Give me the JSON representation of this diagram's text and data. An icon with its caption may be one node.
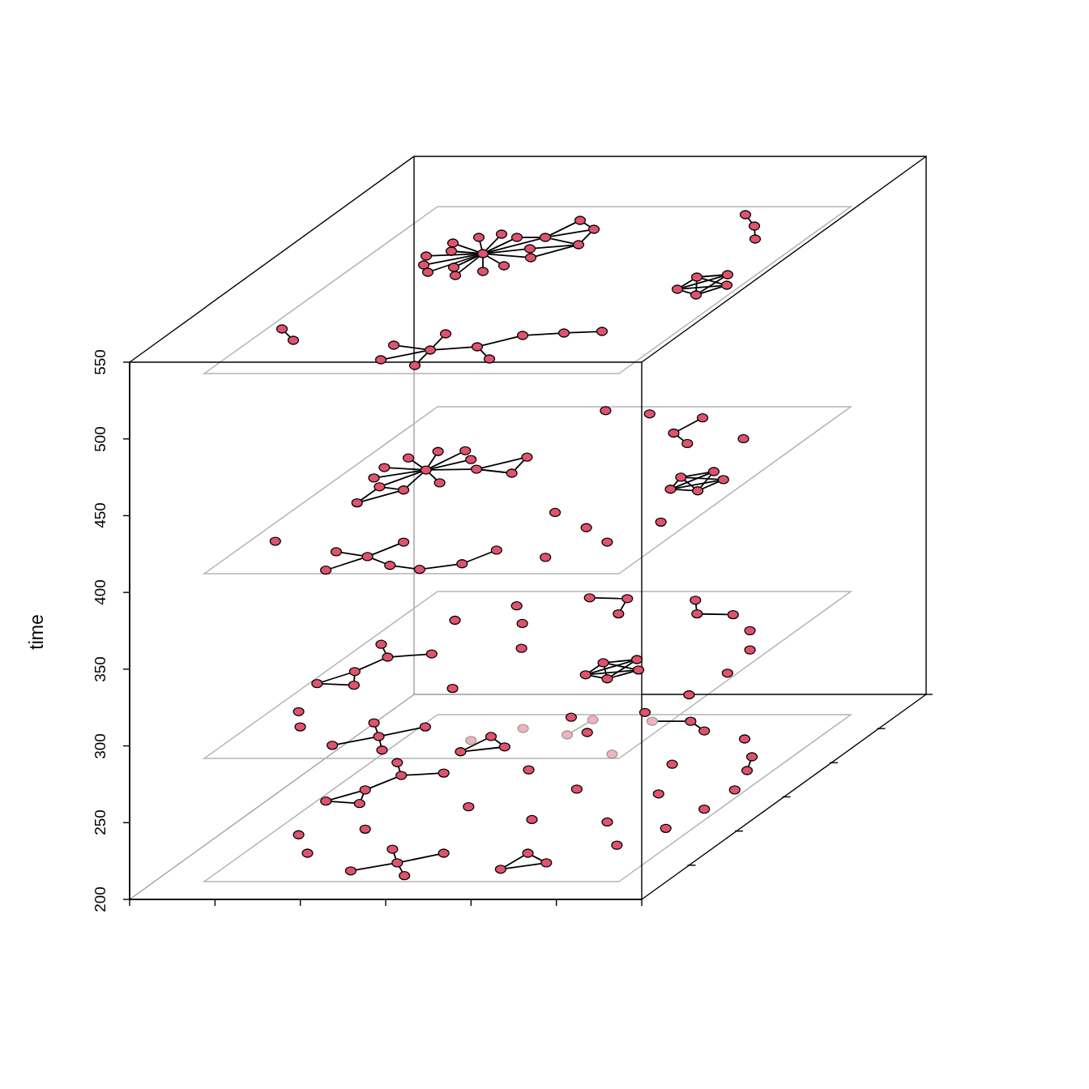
{
  "diagram": {
    "nodes": [
      {
        "text": [],
        "shape": "circle"
      },
      {
        "text": [],
        "shape": "circle"
      },
      {
        "text": [],
        "shape": "circle"
      },
      {
        "text": [],
        "shape": "circle"
      },
      {
        "text": [],
        "shape": "circle"
      },
      {
        "text": [],
        "shape": "circle"
      },
      {
        "text": [],
        "shape": "circle"
      },
      {
        "text": [],
        "shape": "circle"
      },
      {
        "text": [],
        "shape": "circle"
      },
      {
        "text": [],
        "shape": "circle"
      },
      {
        "text": [],
        "shape": "circle"
      },
      {
        "text": [],
        "shape": "circle"
      },
      {
        "text": [],
        "shape": "circle"
      },
      {
        "text": [],
        "shape": "circle"
      },
      {
        "text": [],
        "shape": "circle"
      },
      {
        "text": [],
        "shape": "circle"
      },
      {
        "text": [],
        "shape": "circle"
      },
      {
        "text": [],
        "shape": "circle"
      },
      {
        "text": [],
        "shape": "circle"
      },
      {
        "text": [],
        "shape": "circle"
      },
      {
        "text": [],
        "shape": "circle"
      },
      {
        "text": [],
        "shape": "circle"
      },
      {
        "text": [],
        "shape": "circle"
      },
      {
        "text": [],
        "shape": "circle"
      },
      {
        "text": [],
        "shape": "circle"
      },
      {
        "text": [],
        "shape": "circle"
      },
      {
        "text": [],
        "shape": "circle"
      },
      {
        "text": [],
        "shape": "circle"
      },
      {
        "text": [],
        "shape": "circle"
      },
      {
        "text": [],
        "shape": "circle"
      },
      {
        "text": [],
        "shape": "circle"
      },
      {
        "text": [],
        "shape": "circle"
      },
      {
        "text": [],
        "shape": "circle"
      },
      {
        "text": [],
        "shape": "circle"
      },
      {
        "text": [],
        "shape": "circle"
      },
      {
        "text": [],
        "shape": "circle"
      },
      {
        "text": [],
        "shape": "circle"
      },
      {
        "text": [],
        "shape": "circle"
      },
      {
        "text": [],
        "shape": "circle"
      },
      {
        "text": [],
        "shape": "circle"
      },
      {
        "text": [],
        "shape": "circle"
      },
      {
        "text": [],
        "shape": "circle"
      },
      {
        "text": [],
        "shape": "circle"
      },
      {
        "text": [],
        "shape": "circle"
      },
      {
        "text": [],
        "shape": "circle"
      },
      {
        "text": [],
        "shape": "circle"
      },
      {
        "text": [],
        "shape": "circle"
      },
      {
        "text": [],
        "shape": "circle"
      },
      {
        "text": [],
        "shape": "circle"
      },
      {
        "text": [],
        "shape": "circle"
      },
      {
        "text": [],
        "shape": "circle"
      },
      {
        "text": [],
        "shape": "circle"
      },
      {
        "text": [],
        "shape": "circle"
      },
      {
        "text": [],
        "shape": "circle"
      },
      {
        "text": [],
        "shape": "circle"
      },
      {
        "text": [],
        "shape": "circle"
      },
      {
        "text": [],
        "shape": "circle"
      },
      {
        "text": [],
        "shape": "circle"
      },
      {
        "text": [],
        "shape": "circle"
      },
      {
        "text": [],
        "shape": "circle"
      },
      {
        "text": [],
        "shape": "circle"
      },
      {
        "text": [],
        "shape": "circle"
      },
      {
        "text": [],
        "shape": "circle"
      },
      {
        "text": [],
        "shape": "circle"
      },
      {
        "text": [],
        "shape": "circle"
      },
      {
        "text": [],
        "shape": "circle"
      },
      {
        "text": [],
        "shape": "circle"
      },
      {
        "text": [],
        "shape": "circle"
      },
      {
        "text": [],
        "shape": "circle"
      },
      {
        "text": [],
        "shape": "circle"
      },
      {
        "text": [],
        "shape": "circle"
      },
      {
        "text": [],
        "shape": "circle"
      },
      {
        "text": [],
        "shape": "circle"
      },
      {
        "text": [],
        "shape": "circle"
      },
      {
        "text": [],
        "shape": "circle"
      },
      {
        "text": [],
        "shape": "circle"
      },
      {
        "text": [],
        "shape": "circle"
      },
      {
        "text": [],
        "shape": "circle"
      },
      {
        "text": [],
        "shape": "circle"
      },
      {
        "text": [],
        "shape": "circle"
      },
      {
        "text": [],
        "shape": "circle"
      },
      {
        "text": [],
        "shape": "circle"
      },
      {
        "text": [],
        "shape": "circle"
      },
      {
        "text": [],
        "shape": "circle"
      },
      {
        "text": [],
        "shape": "circle"
      },
      {
        "text": [],
        "shape": "circle"
      },
      {
        "text": [],
        "shape": "circle"
      },
      {
        "text": [],
        "shape": "circle"
      },
      {
        "text": [],
        "shape": "circle"
      },
      {
        "text": [],
        "shape": "circle"
      },
      {
        "text": [],
        "shape": "circle"
      },
      {
        "text": [],
        "shape": "circle"
      },
      {
        "text": [],
        "shape": "circle"
      },
      {
        "text": [],
        "shape": "circle"
      },
      {
        "text": [],
        "shape": "circle"
      },
      {
        "text": [],
        "shape": "circle"
      },
      {
        "text": [],
        "shape": "circle"
      },
      {
        "text": [],
        "shape": "circle"
      },
      {
        "text": [],
        "shape": "circle"
      },
      {
        "text": [],
        "shape": "circle"
      },
      {
        "text": [],
        "shape": "circle"
      },
      {
        "text": [],
        "shape": "circle"
      },
      {
        "text": [],
        "shape": "circle"
      },
      {
        "text": [],
        "shape": "circle"
      },
      {
        "text": [],
        "shape": "circle"
      },
      {
        "text": [],
        "shape": "circle"
      },
      {
        "text": [],
        "shape": "circle"
      },
      {
        "text": [],
        "shape": "circle"
      },
      {
        "text": [],
        "shape": "circle"
      },
      {
        "text": [],
        "shape": "circle"
      },
      {
        "text": [],
        "shape": "circle"
      },
      {
        "text": [],
        "shape": "circle"
      },
      {
        "text": [],
        "shape": "circle"
      },
      {
        "text": [],
        "shape": "circle"
      },
      {
        "text": [],
        "shape": "circle"
      },
      {
        "text": [],
        "shape": "circle"
      },
      {
        "text": [],
        "shape": "circle"
      },
      {
        "text": [],
        "shape": "circle"
      },
      {
        "text": [],
        "shape": "circle"
      },
      {
        "text": [],
        "shape": "circle"
      },
      {
        "text": [],
        "shape": "circle"
      },
      {
        "text": [],
        "shape": "circle"
      },
      {
        "text": [],
        "shape": "circle"
      },
      {
        "text": [],
        "shape": "circle"
      },
      {
        "text": [],
        "shape": "circle"
      },
      {
        "text": [],
        "shape": "circle"
      },
      {
        "text": [],
        "shape": "circle"
      },
      {
        "text": [],
        "shape": "circle"
      },
      {
        "text": [],
        "shape": "circle"
      },
      {
        "text": [],
        "shape": "circle"
      },
      {
        "text": [],
        "shape": "circle"
      },
      {
        "text": [],
        "shape": "circle"
      },
      {
        "text": [],
        "shape": "circle"
      },
      {
        "text": [],
        "shape": "circle"
      },
      {
        "text": [],
        "shape": "circle"
      },
      {
        "text": [],
        "shape": "circle"
      },
      {
        "text": [],
        "shape": "circle"
      },
      {
        "text": [],
        "shape": "circle"
      },
      {
        "text": [],
        "shape": "circle"
      },
      {
        "text": [],
        "shape": "circle"
      },
      {
        "text": [],
        "shape": "circle"
      },
      {
        "text": [],
        "shape": "circle"
      },
      {
        "text": [],
        "shape": "circle"
      },
      {
        "text": [],
        "shape": "circle"
      },
      {
        "text": [],
        "shape": "circle"
      },
      {
        "text": [],
        "shape": "circle"
      },
      {
        "text": [],
        "shape": "circle"
      },
      {
        "text": [],
        "shape": "circle"
      },
      {
        "text": [],
        "shape": "circle"
      },
      {
        "text": [],
        "shape": "circle"
      },
      {
        "text": [],
        "shape": "circle"
      },
      {
        "text": [],
        "shape": "circle"
      },
      {
        "text": [],
        "shape": "circle"
      },
      {
        "text": [],
        "shape": "circle"
      },
      {
        "text": [],
        "shape": "circle"
      },
      {
        "text": [],
        "shape": "circle"
      }
    ],
    "edges": [
      {
        "from": 0,
        "to": 1,
        "arrow": "none"
      },
      {
        "from": 0,
        "to": 2,
        "arrow": "none"
      },
      {
        "from": 0,
        "to": 3,
        "arrow": "none"
      },
      {
        "from": 0,
        "to": 4,
        "arrow": "none"
      },
      {
        "from": 0,
        "to": 5,
        "arrow": "none"
      },
      {
        "from": 0,
        "to": 6,
        "arrow": "none"
      },
      {
        "from": 0,
        "to": 7,
        "arrow": "none"
      },
      {
        "from": 0,
        "to": 8,
        "arrow": "none"
      },
      {
        "from": 0,
        "to": 9,
        "arrow": "none"
      },
      {
        "from": 0,
        "to": 10,
        "arrow": "none"
      },
      {
        "from": 0,
        "to": 11,
        "arrow": "none"
      },
      {
        "from": 0,
        "to": 12,
        "arrow": "none"
      },
      {
        "from": 0,
        "to": 13,
        "arrow": "none"
      },
      {
        "from": 0,
        "to": 14,
        "arrow": "none"
      },
      {
        "from": 0,
        "to": 15,
        "arrow": "none"
      },
      {
        "from": 12,
        "to": 13,
        "arrow": "none"
      },
      {
        "from": 13,
        "to": 17,
        "arrow": "none"
      },
      {
        "from": 13,
        "to": 18,
        "arrow": "none"
      },
      {
        "from": 13,
        "to": 16,
        "arrow": "none"
      },
      {
        "from": 14,
        "to": 16,
        "arrow": "none"
      },
      {
        "from": 15,
        "to": 16,
        "arrow": "none"
      },
      {
        "from": 16,
        "to": 18,
        "arrow": "none"
      },
      {
        "from": 17,
        "to": 18,
        "arrow": "none"
      },
      {
        "from": 19,
        "to": 20,
        "arrow": "none"
      },
      {
        "from": 20,
        "to": 21,
        "arrow": "none"
      },
      {
        "from": 22,
        "to": 23,
        "arrow": "none"
      },
      {
        "from": 22,
        "to": 24,
        "arrow": "none"
      },
      {
        "from": 22,
        "to": 25,
        "arrow": "none"
      },
      {
        "from": 22,
        "to": 26,
        "arrow": "none"
      },
      {
        "from": 23,
        "to": 24,
        "arrow": "none"
      },
      {
        "from": 23,
        "to": 25,
        "arrow": "none"
      },
      {
        "from": 23,
        "to": 26,
        "arrow": "none"
      },
      {
        "from": 24,
        "to": 25,
        "arrow": "none"
      },
      {
        "from": 24,
        "to": 26,
        "arrow": "none"
      },
      {
        "from": 27,
        "to": 28,
        "arrow": "none"
      },
      {
        "from": 31,
        "to": 29,
        "arrow": "none"
      },
      {
        "from": 31,
        "to": 30,
        "arrow": "none"
      },
      {
        "from": 31,
        "to": 32,
        "arrow": "none"
      },
      {
        "from": 31,
        "to": 33,
        "arrow": "none"
      },
      {
        "from": 31,
        "to": 34,
        "arrow": "none"
      },
      {
        "from": 34,
        "to": 35,
        "arrow": "none"
      },
      {
        "from": 34,
        "to": 36,
        "arrow": "none"
      },
      {
        "from": 36,
        "to": 37,
        "arrow": "none"
      },
      {
        "from": 37,
        "to": 38,
        "arrow": "none"
      },
      {
        "from": 39,
        "to": 40,
        "arrow": "none"
      },
      {
        "from": 39,
        "to": 41,
        "arrow": "none"
      },
      {
        "from": 39,
        "to": 42,
        "arrow": "none"
      },
      {
        "from": 39,
        "to": 43,
        "arrow": "none"
      },
      {
        "from": 39,
        "to": 44,
        "arrow": "none"
      },
      {
        "from": 39,
        "to": 47,
        "arrow": "none"
      },
      {
        "from": 39,
        "to": 48,
        "arrow": "none"
      },
      {
        "from": 39,
        "to": 49,
        "arrow": "none"
      },
      {
        "from": 39,
        "to": 50,
        "arrow": "none"
      },
      {
        "from": 39,
        "to": 51,
        "arrow": "none"
      },
      {
        "from": 44,
        "to": 45,
        "arrow": "none"
      },
      {
        "from": 44,
        "to": 46,
        "arrow": "none"
      },
      {
        "from": 46,
        "to": 45,
        "arrow": "none"
      },
      {
        "from": 50,
        "to": 51,
        "arrow": "none"
      },
      {
        "from": 52,
        "to": 50,
        "arrow": "none"
      },
      {
        "from": 52,
        "to": 51,
        "arrow": "none"
      },
      {
        "from": 55,
        "to": 56,
        "arrow": "none"
      },
      {
        "from": 56,
        "to": 57,
        "arrow": "none"
      },
      {
        "from": 59,
        "to": 60,
        "arrow": "none"
      },
      {
        "from": 59,
        "to": 61,
        "arrow": "none"
      },
      {
        "from": 59,
        "to": 62,
        "arrow": "none"
      },
      {
        "from": 59,
        "to": 63,
        "arrow": "none"
      },
      {
        "from": 60,
        "to": 61,
        "arrow": "none"
      },
      {
        "from": 60,
        "to": 62,
        "arrow": "none"
      },
      {
        "from": 60,
        "to": 63,
        "arrow": "none"
      },
      {
        "from": 61,
        "to": 62,
        "arrow": "none"
      },
      {
        "from": 61,
        "to": 63,
        "arrow": "none"
      },
      {
        "from": 71,
        "to": 70,
        "arrow": "none"
      },
      {
        "from": 71,
        "to": 72,
        "arrow": "none"
      },
      {
        "from": 71,
        "to": 73,
        "arrow": "none"
      },
      {
        "from": 71,
        "to": 74,
        "arrow": "none"
      },
      {
        "from": 74,
        "to": 75,
        "arrow": "none"
      },
      {
        "from": 75,
        "to": 76,
        "arrow": "none"
      },
      {
        "from": 76,
        "to": 77,
        "arrow": "none"
      },
      {
        "from": 78,
        "to": 79,
        "arrow": "none"
      },
      {
        "from": 79,
        "to": 80,
        "arrow": "none"
      },
      {
        "from": 86,
        "to": 87,
        "arrow": "none"
      },
      {
        "from": 87,
        "to": 88,
        "arrow": "none"
      },
      {
        "from": 93,
        "to": 94,
        "arrow": "none"
      },
      {
        "from": 93,
        "to": 95,
        "arrow": "none"
      },
      {
        "from": 93,
        "to": 96,
        "arrow": "none"
      },
      {
        "from": 93,
        "to": 97,
        "arrow": "none"
      },
      {
        "from": 94,
        "to": 95,
        "arrow": "none"
      },
      {
        "from": 94,
        "to": 96,
        "arrow": "none"
      },
      {
        "from": 94,
        "to": 97,
        "arrow": "none"
      },
      {
        "from": 95,
        "to": 96,
        "arrow": "none"
      },
      {
        "from": 95,
        "to": 97,
        "arrow": "none"
      },
      {
        "from": 98,
        "to": 99,
        "arrow": "none"
      },
      {
        "from": 99,
        "to": 100,
        "arrow": "none"
      },
      {
        "from": 99,
        "to": 101,
        "arrow": "none"
      },
      {
        "from": 101,
        "to": 102,
        "arrow": "none"
      },
      {
        "from": 101,
        "to": 103,
        "arrow": "none"
      },
      {
        "from": 102,
        "to": 103,
        "arrow": "none"
      },
      {
        "from": 107,
        "to": 108,
        "arrow": "none"
      },
      {
        "from": 108,
        "to": 109,
        "arrow": "none"
      },
      {
        "from": 108,
        "to": 110,
        "arrow": "none"
      },
      {
        "from": 108,
        "to": 111,
        "arrow": "none"
      },
      {
        "from": 112,
        "to": 113,
        "arrow": "none"
      },
      {
        "from": 112,
        "to": 114,
        "arrow": "none"
      },
      {
        "from": 113,
        "to": 114,
        "arrow": "none"
      },
      {
        "from": 118,
        "to": 119,
        "arrow": "none",
        "color": "#b4b4b4"
      },
      {
        "from": 122,
        "to": 123,
        "arrow": "none"
      },
      {
        "from": 123,
        "to": 124,
        "arrow": "none"
      },
      {
        "from": 126,
        "to": 127,
        "arrow": "none"
      },
      {
        "from": 128,
        "to": 129,
        "arrow": "none"
      },
      {
        "from": 129,
        "to": 130,
        "arrow": "none"
      },
      {
        "from": 129,
        "to": 131,
        "arrow": "none"
      },
      {
        "from": 131,
        "to": 132,
        "arrow": "none"
      },
      {
        "from": 131,
        "to": 133,
        "arrow": "none"
      },
      {
        "from": 132,
        "to": 133,
        "arrow": "none"
      },
      {
        "from": 148,
        "to": 149,
        "arrow": "none"
      },
      {
        "from": 149,
        "to": 150,
        "arrow": "none"
      },
      {
        "from": 149,
        "to": 151,
        "arrow": "none"
      },
      {
        "from": 149,
        "to": 152,
        "arrow": "none"
      },
      {
        "from": 153,
        "to": 154,
        "arrow": "none"
      },
      {
        "from": 153,
        "to": 155,
        "arrow": "none"
      },
      {
        "from": 154,
        "to": 155,
        "arrow": "none"
      }
    ],
    "labels": [
      "550",
      "500",
      "450",
      "400",
      "350",
      "300",
      "250",
      "200",
      "time"
    ]
  }
}
